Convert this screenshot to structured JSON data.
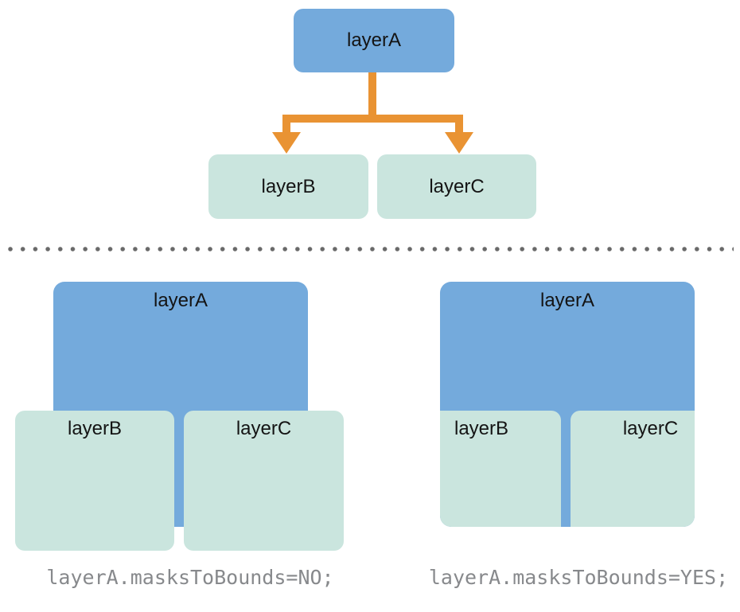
{
  "colors": {
    "layer_a": "#74AADC",
    "sublayer": "#CAE5DE",
    "arrow": "#E99333",
    "divider_dot": "#696969",
    "caption": "#87898C",
    "label": "#141414"
  },
  "tree": {
    "parent": {
      "label": "layerA"
    },
    "children": [
      {
        "label": "layerB"
      },
      {
        "label": "layerC"
      }
    ]
  },
  "figures": [
    {
      "name": "masks-to-bounds-no",
      "parent_label": "layerA",
      "children": [
        {
          "label": "layerB"
        },
        {
          "label": "layerC"
        }
      ],
      "caption": "layerA.masksToBounds=NO;"
    },
    {
      "name": "masks-to-bounds-yes",
      "parent_label": "layerA",
      "children": [
        {
          "label": "layerB"
        },
        {
          "label": "layerC"
        }
      ],
      "caption": "layerA.masksToBounds=YES;"
    }
  ]
}
